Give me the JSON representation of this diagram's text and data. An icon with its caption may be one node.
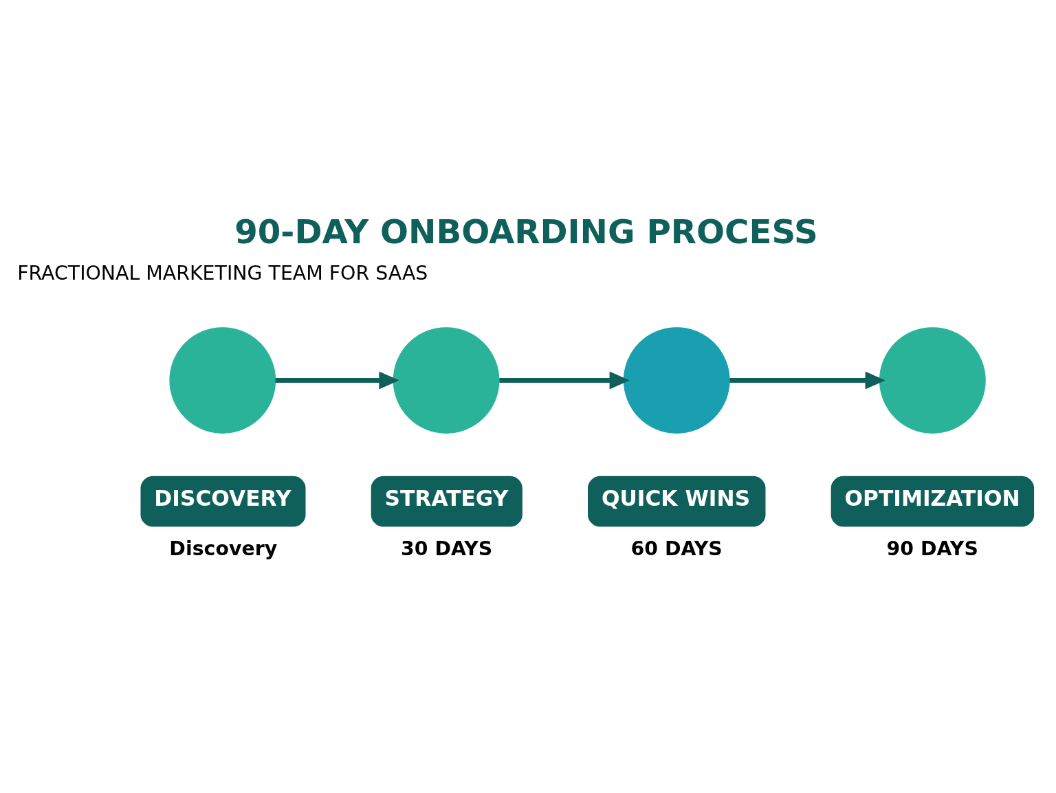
{
  "diagram": {
    "title": "90-DAY ONBOARDING PROCESS",
    "nodes": [
      {
        "text": [],
        "shape": "circle"
      },
      {
        "text": [],
        "shape": "circle"
      },
      {
        "text": [],
        "shape": "circle"
      },
      {
        "text": [],
        "shape": "circle"
      },
      {
        "text": [
          "DISCOVERY"
        ],
        "beside": [
          "Discovery"
        ]
      },
      {
        "text": [
          "STRATEGY"
        ],
        "beside": [
          "30 DAYS"
        ]
      },
      {
        "text": [
          "QUICK WINS"
        ],
        "beside": [
          "60 DAYS"
        ]
      },
      {
        "text": [
          "OPTIMIZATION"
        ],
        "beside": [
          "90 DAYS"
        ]
      }
    ],
    "edges": [
      {
        "from": 0,
        "to": 1,
        "arrow": "to"
      },
      {
        "from": 1,
        "to": 2,
        "arrow": "to"
      },
      {
        "from": 2,
        "to": 3,
        "arrow": "to"
      }
    ],
    "labels": [
      "FRACTIONAL MARKETING TEAM FOR SAAS"
    ]
  }
}
